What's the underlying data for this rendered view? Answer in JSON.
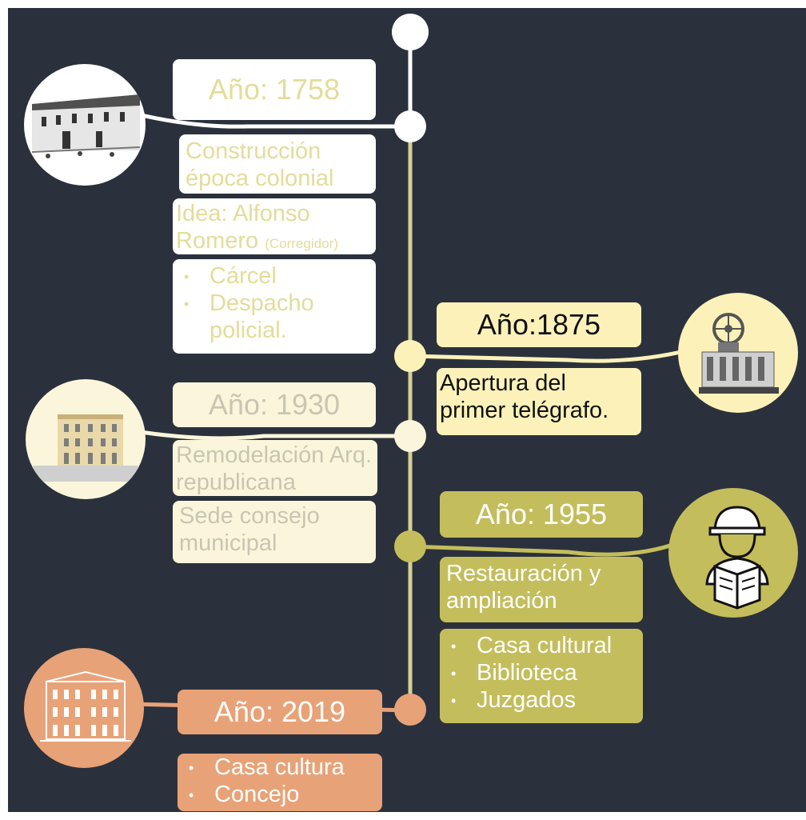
{
  "events": [
    {
      "year_label": "Año: 1758",
      "title": "Construcción época colonial",
      "note": "Idea: Alfonso",
      "note_line2": "Romero",
      "note_small": "(Corregidor)",
      "bullets": [
        "Cárcel",
        "Despacho policial."
      ],
      "icon": "colonial-building-photo-icon",
      "color": "#ffffff"
    },
    {
      "year_label": "Año:1875",
      "title": "Apertura del primer telégrafo.",
      "icon": "telegraph-machine-icon",
      "color": "#fcf2b9"
    },
    {
      "year_label": "Año: 1930",
      "title": "Remodelación Arq. republicana",
      "note": "Sede consejo municipal",
      "icon": "republican-building-icon",
      "color": "#fbf6db"
    },
    {
      "year_label": "Año: 1955",
      "title": "Restauración y ampliación",
      "bullets": [
        "Casa cultural",
        "Biblioteca",
        "Juzgados"
      ],
      "icon": "worker-reading-icon",
      "color": "#c4bd5c"
    },
    {
      "year_label": "Año: 2019",
      "bullets": [
        "Casa cultura",
        "Concejo"
      ],
      "icon": "modern-building-icon",
      "color": "#e8a277"
    }
  ]
}
